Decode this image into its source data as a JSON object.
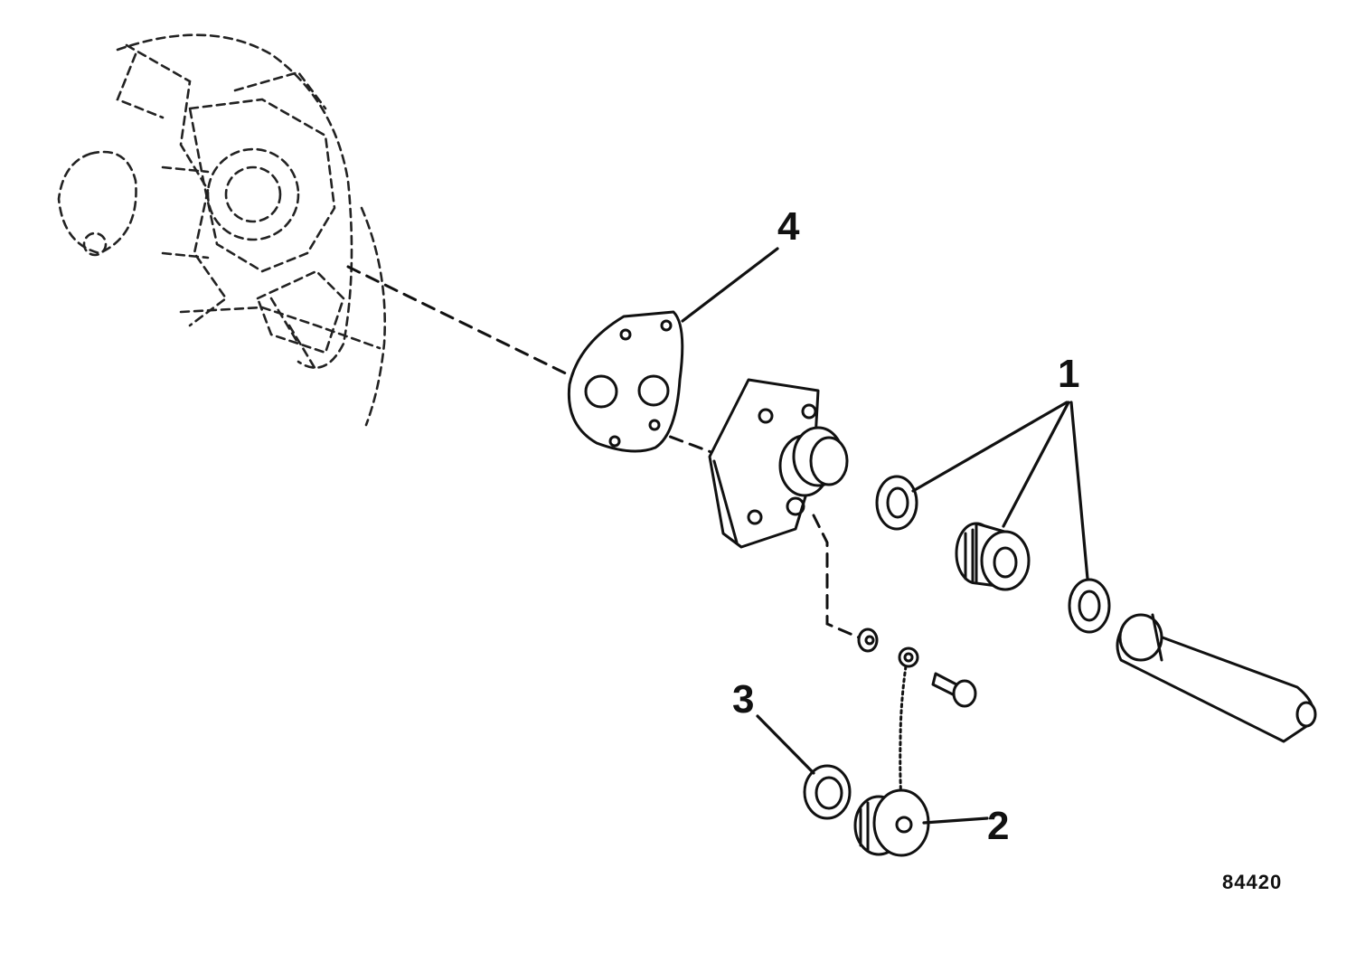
{
  "diagram": {
    "callouts": [
      {
        "id": "1",
        "label": "1"
      },
      {
        "id": "2",
        "label": "2"
      },
      {
        "id": "3",
        "label": "3"
      },
      {
        "id": "4",
        "label": "4"
      }
    ],
    "figure_number": "84420"
  }
}
